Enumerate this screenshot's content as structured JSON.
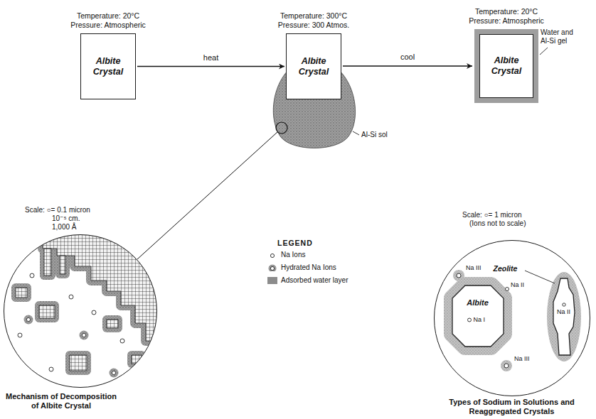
{
  "diagram": {
    "nodes": [
      {
        "text": [
          "Temperature: 20°C Pressure: Atmospheric",
          "Albite Crystal"
        ]
      },
      {
        "text": [
          "Temperature: 300°C Pressure: 300 Atmos.",
          "Albite Crystal"
        ]
      },
      {
        "text": [
          "Temperature: 20°C Pressure: Atmospheric",
          "Albite Crystal"
        ]
      },
      {
        "text": [
          "Mechanism of Decomposition of Albite Crystal"
        ]
      },
      {
        "text": [
          "Types of Sodium in Solutions and Reaggregated Crystals"
        ]
      },
      {
        "text": [
          "Albite",
          "Na I"
        ],
        "in": 4
      },
      {
        "text": [
          "Zeolite",
          "Na II"
        ],
        "in": 4
      }
    ],
    "edges": [
      {
        "from": 0,
        "to": 1,
        "label": "heat",
        "arrow": "to"
      },
      {
        "from": 1,
        "to": 2,
        "label": "cool",
        "arrow": "to"
      }
    ],
    "labels": [
      "Al-Si sol",
      "Water and Al-Si gel",
      "LEGEND",
      "Scale: ○= 0.1 micron",
      "10⁻⁵ cm.",
      "1,000 Å",
      "Scale: ○= 1 micron",
      "(Ions not to scale)",
      "Na III",
      "Na II",
      "Na III"
    ],
    "legend": [
      {
        "text": "Na Ions"
      },
      {
        "text": "Hydrated Na Ions"
      },
      {
        "text": "Adsorbed water layer",
        "color": "#8c8c8c"
      }
    ]
  }
}
